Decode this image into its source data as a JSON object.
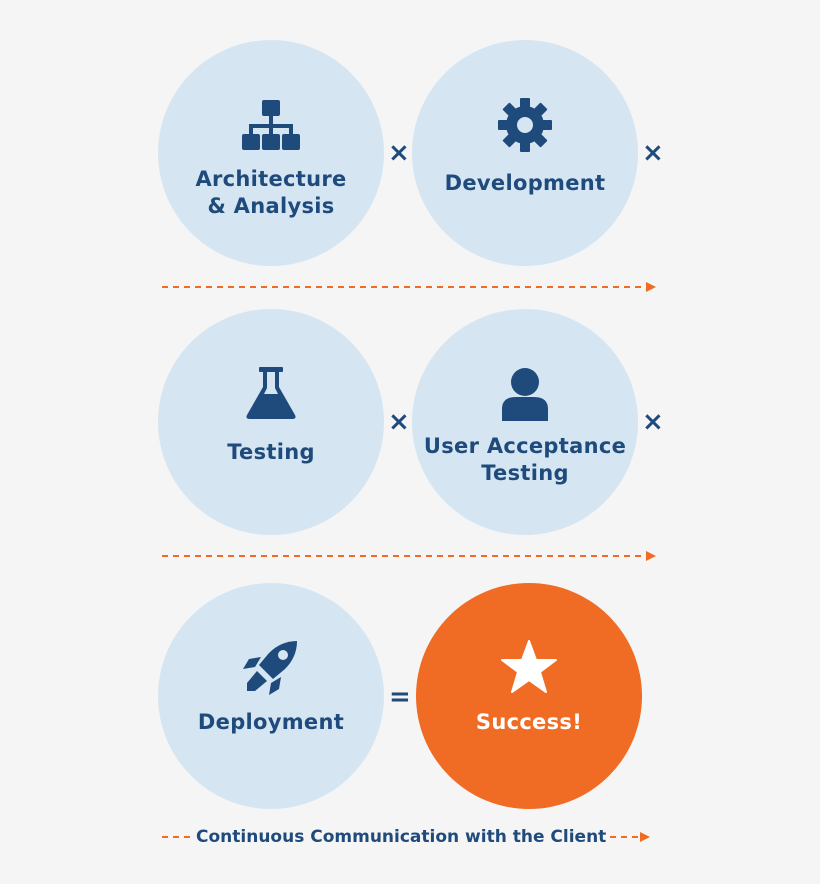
{
  "steps": [
    {
      "label": "Architecture\n& Analysis",
      "icon": "hierarchy-icon"
    },
    {
      "label": "Development",
      "icon": "gear-icon"
    },
    {
      "label": "Testing",
      "icon": "flask-icon"
    },
    {
      "label": "User Acceptance\nTesting",
      "icon": "user-icon"
    },
    {
      "label": "Deployment",
      "icon": "rocket-icon"
    },
    {
      "label": "Success!",
      "icon": "star-icon"
    }
  ],
  "operators": {
    "times": "×",
    "equals": "="
  },
  "footer": {
    "text": "Continuous Communication with the Client"
  },
  "colors": {
    "circle": "#d5e6f2",
    "text": "#1f4a7c",
    "accent": "#f06b23",
    "background": "#f5f5f5"
  }
}
